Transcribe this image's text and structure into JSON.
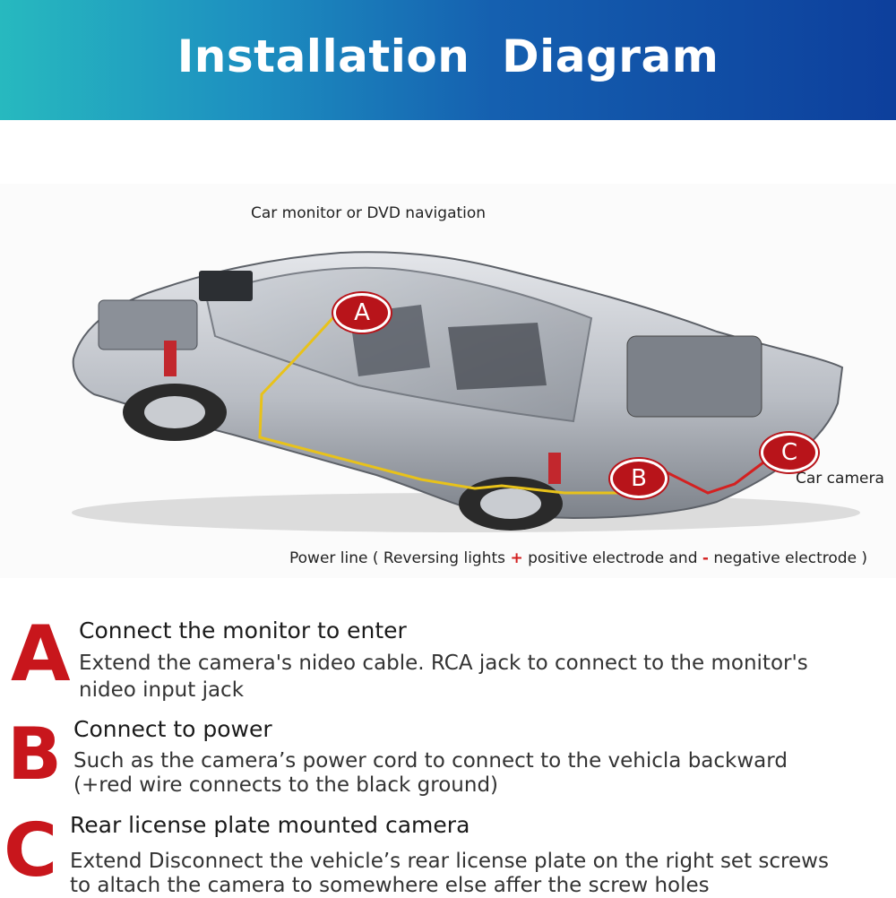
{
  "header": {
    "title": "Installation  Diagram"
  },
  "diagram": {
    "label_monitor": "Car monitor or DVD navigation",
    "label_camera": "Car camera",
    "power_line": {
      "prefix": "Power line ( Reversing lights ",
      "plus": "+",
      "middle": " positive electrode and ",
      "minus": "-",
      "suffix": " negative electrode )"
    },
    "badges": {
      "a": "A",
      "b": "B",
      "c": "C"
    }
  },
  "steps": [
    {
      "letter": "A",
      "title": "Connect the monitor to enter",
      "desc1": "Extend the camera's nideo cable. RCA jack to connect to the monitor's",
      "desc2": "nideo input jack"
    },
    {
      "letter": "B",
      "title": "Connect to power",
      "desc1": "Such as the camera’s power cord to connect to the vehicla backward",
      "desc2": "(+red wire connects to the black ground)"
    },
    {
      "letter": "C",
      "title": "Rear license plate mounted camera",
      "desc1": "Extend Disconnect the vehicle’s rear license plate on the right set screws",
      "desc2": "to altach the camera to somewhere else affer the screw holes"
    }
  ],
  "colors": {
    "accent_red": "#c8161c",
    "wire": "#e8c21a",
    "header_start": "#27b9bf",
    "header_end": "#0d3f9c"
  }
}
